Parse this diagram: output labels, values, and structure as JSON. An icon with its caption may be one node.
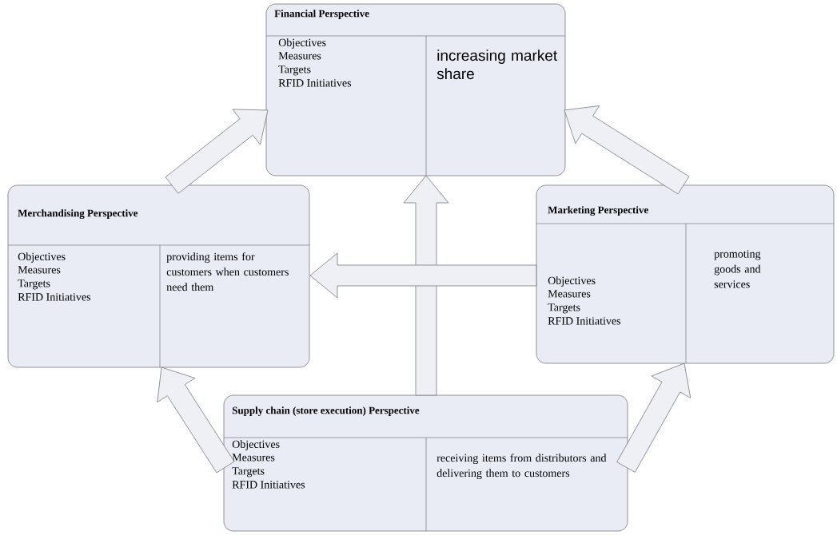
{
  "diagram": {
    "nodes": [
      {
        "text": [
          "Financial Perspective",
          "Objectives",
          "Measures",
          "Targets",
          "RFID Initiatives",
          "increasing market share"
        ]
      },
      {
        "text": [
          "Merchandising Perspective",
          "Objectives",
          "Measures",
          "Targets",
          "RFID Initiatives",
          "providing items for customers when customers need them"
        ]
      },
      {
        "text": [
          "Marketing Perspective",
          "Objectives",
          "Measures",
          "Targets",
          "RFID Initiatives",
          "promoting goods and services"
        ]
      },
      {
        "text": [
          "Supply chain (store execution)  Perspective",
          "Objectives",
          "Measures",
          "Targets",
          "RFID Initiatives",
          "receiving items from distributors and delivering them to customers"
        ]
      }
    ],
    "edges": [
      {
        "from": 1,
        "to": 0,
        "arrow": "to"
      },
      {
        "from": 2,
        "to": 0,
        "arrow": "to"
      },
      {
        "from": 3,
        "to": 0,
        "arrow": "to"
      },
      {
        "from": 2,
        "to": 1,
        "arrow": "to"
      },
      {
        "from": 3,
        "to": 1,
        "arrow": "to"
      },
      {
        "from": 3,
        "to": 2,
        "arrow": "to"
      }
    ]
  }
}
